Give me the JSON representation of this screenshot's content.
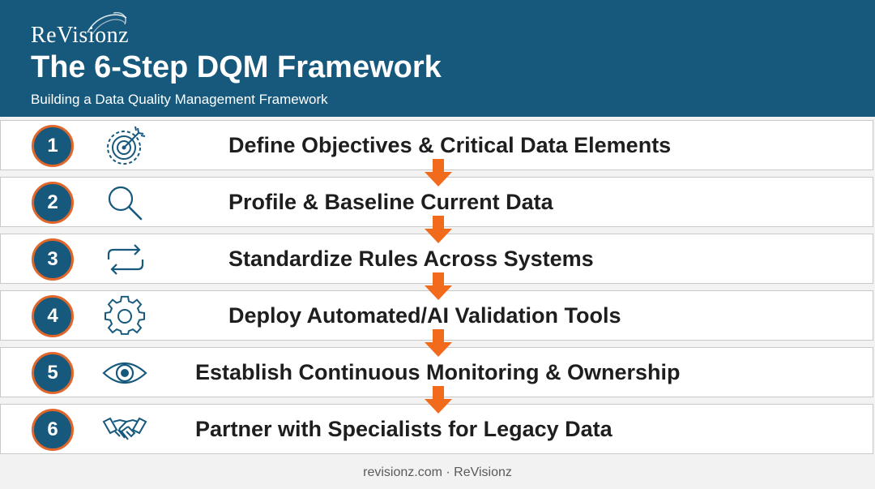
{
  "header": {
    "logo_text": "ReVisionz",
    "title": "The 6-Step DQM Framework",
    "subtitle": "Building a Data Quality Management Framework"
  },
  "colors": {
    "header_bg": "#17597d",
    "badge_fill": "#17597d",
    "accent_orange": "#e1662a",
    "arrow_orange": "#f26b1d"
  },
  "steps": [
    {
      "number": "1",
      "icon": "target-icon",
      "label": "Define Objectives & Critical Data Elements"
    },
    {
      "number": "2",
      "icon": "magnifier-icon",
      "label": "Profile & Baseline Current Data"
    },
    {
      "number": "3",
      "icon": "sync-arrows-icon",
      "label": "Standardize Rules Across Systems"
    },
    {
      "number": "4",
      "icon": "gear-icon",
      "label": "Deploy Automated/AI Validation Tools"
    },
    {
      "number": "5",
      "icon": "eye-icon",
      "label": "Establish Continuous Monitoring & Ownership"
    },
    {
      "number": "6",
      "icon": "handshake-icon",
      "label": "Partner with Specialists for Legacy Data"
    }
  ],
  "footer": {
    "text": "revisionz.com · ReVisionz"
  }
}
